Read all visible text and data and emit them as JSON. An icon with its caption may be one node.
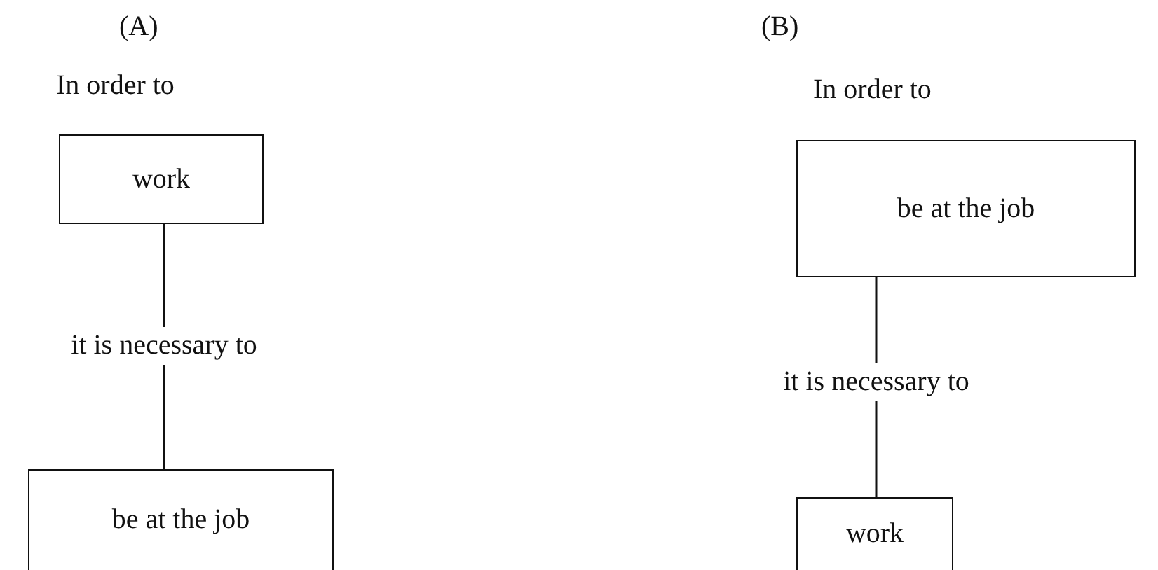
{
  "diagram": {
    "nodes": [
      {
        "text": [
          "work"
        ],
        "beside": [
          "In order to"
        ]
      },
      {
        "text": [
          "be at the job"
        ]
      },
      {
        "text": [
          "be at the job"
        ],
        "beside": [
          "In order to"
        ]
      },
      {
        "text": [
          "work"
        ]
      }
    ],
    "edges": [
      {
        "from": 0,
        "to": 1,
        "arrow": "none",
        "label": "it is necessary to"
      },
      {
        "from": 2,
        "to": 3,
        "arrow": "none",
        "label": "it is necessary to"
      }
    ],
    "labels": [
      "(A)",
      "(B)"
    ]
  }
}
